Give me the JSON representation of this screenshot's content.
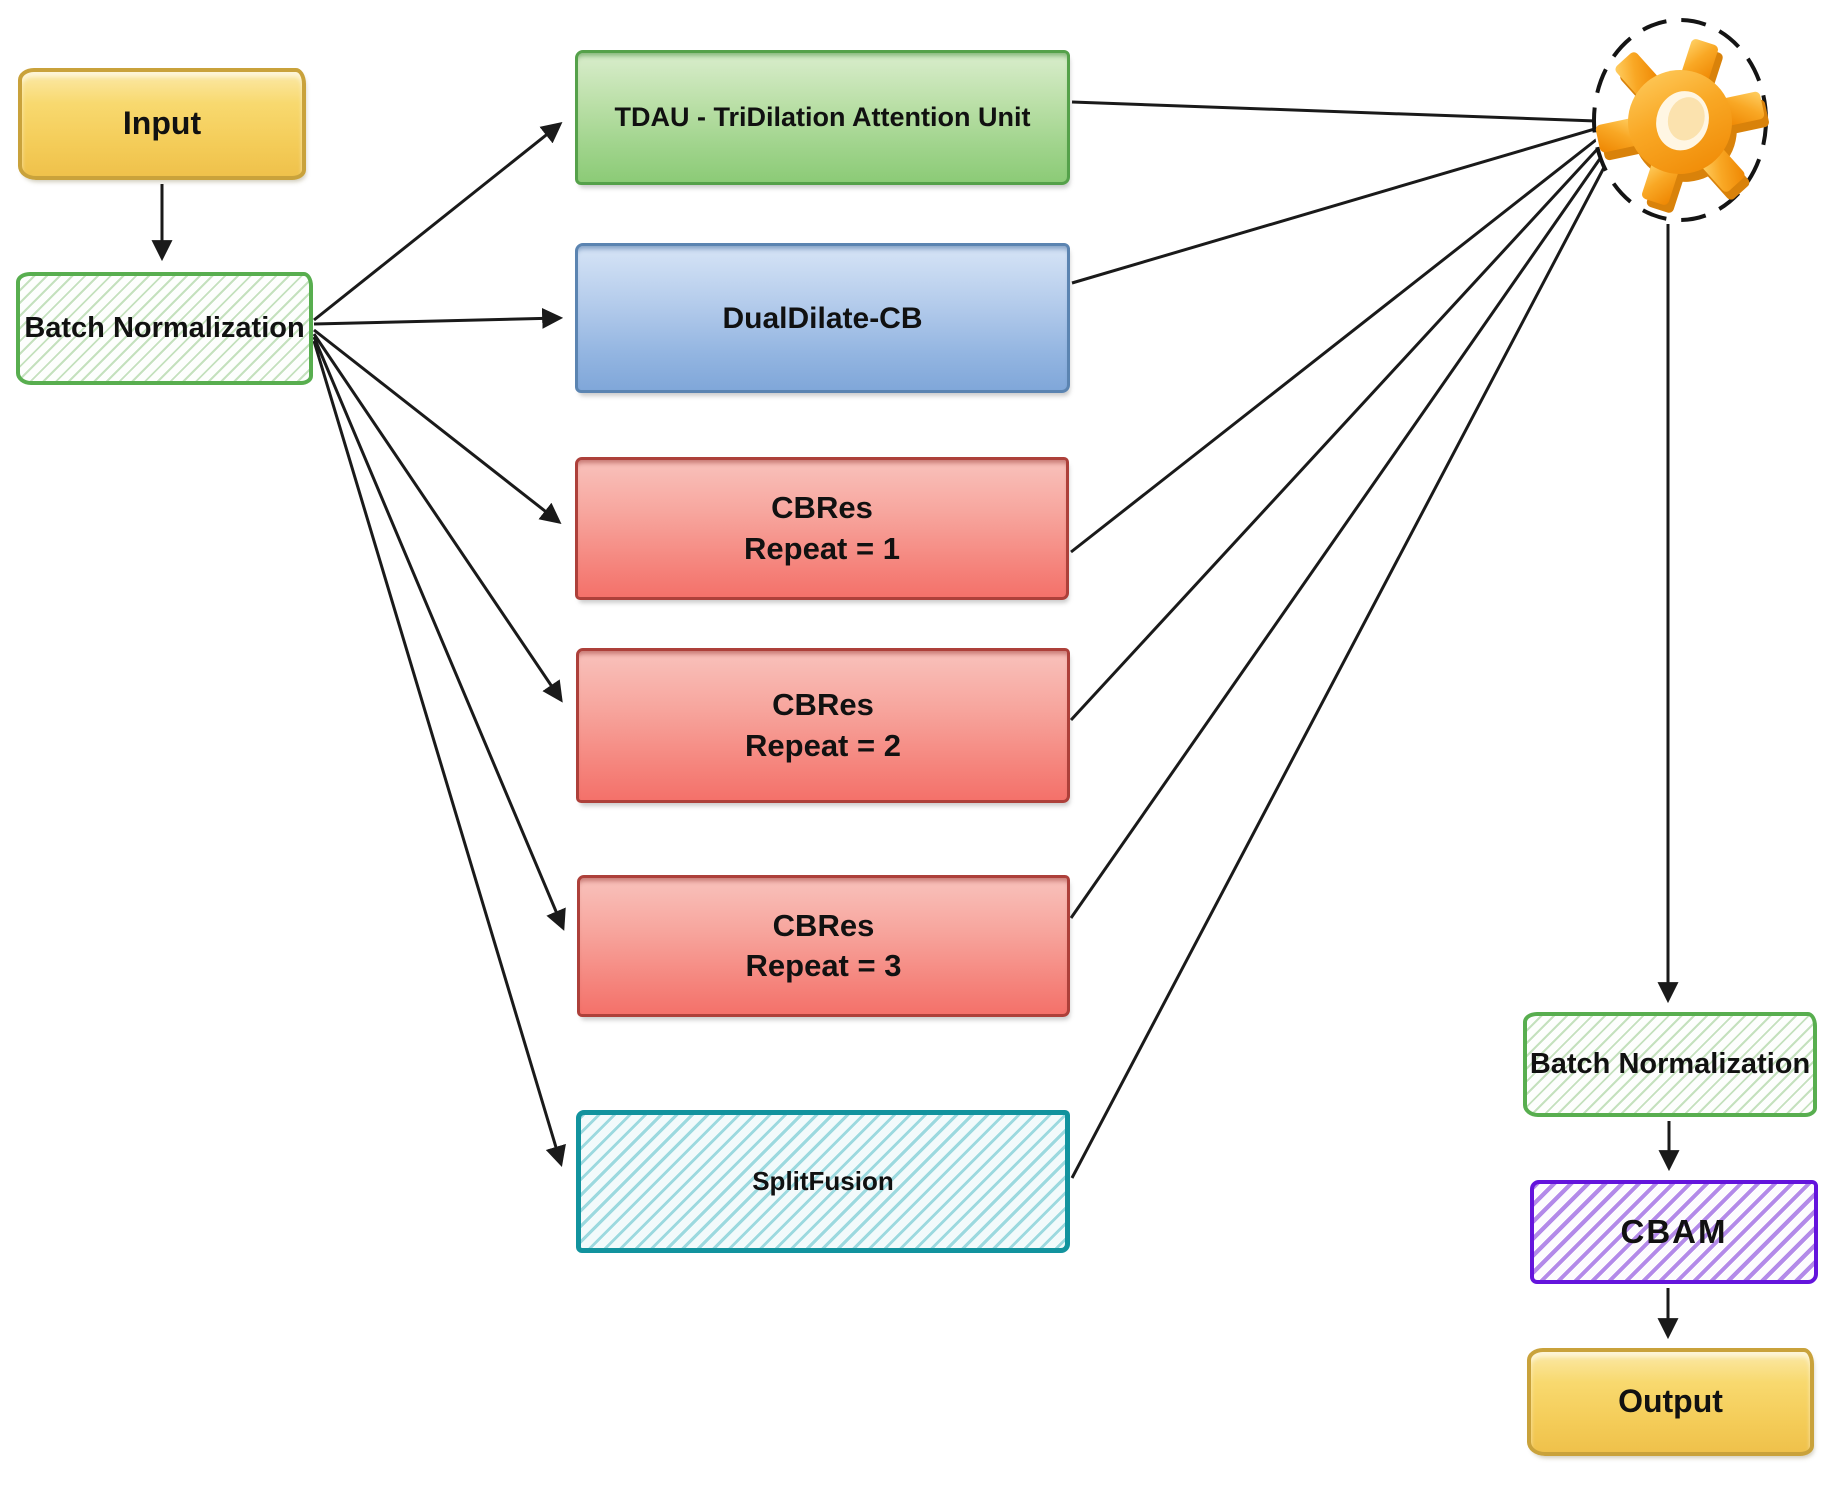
{
  "diagram": {
    "nodes": {
      "input": {
        "label": "Input"
      },
      "bn_left": {
        "label": "Batch Normalization"
      },
      "tdau": {
        "label": "TDAU - TriDilation Attention Unit"
      },
      "dualdilate": {
        "label": "DualDilate-CB"
      },
      "cbres1": {
        "line1": "CBRes",
        "line2": "Repeat = 1"
      },
      "cbres2": {
        "line1": "CBRes",
        "line2": "Repeat = 2"
      },
      "cbres3": {
        "line1": "CBRes",
        "line2": "Repeat = 3"
      },
      "splitfusion": {
        "label": "SplitFusion"
      },
      "gear": {
        "icon": "gear-icon"
      },
      "bn_right": {
        "label": "Batch Normalization"
      },
      "cbam": {
        "label": "CBAM"
      },
      "output": {
        "label": "Output"
      }
    },
    "edges": [
      {
        "from": "input",
        "to": "bn_left",
        "arrow": true
      },
      {
        "from": "bn_left",
        "to": "tdau",
        "arrow": true
      },
      {
        "from": "bn_left",
        "to": "dualdilate",
        "arrow": true
      },
      {
        "from": "bn_left",
        "to": "cbres1",
        "arrow": true
      },
      {
        "from": "bn_left",
        "to": "cbres2",
        "arrow": true
      },
      {
        "from": "bn_left",
        "to": "cbres3",
        "arrow": true
      },
      {
        "from": "bn_left",
        "to": "splitfusion",
        "arrow": true
      },
      {
        "from": "tdau",
        "to": "gear",
        "arrow": false
      },
      {
        "from": "dualdilate",
        "to": "gear",
        "arrow": false
      },
      {
        "from": "cbres1",
        "to": "gear",
        "arrow": false
      },
      {
        "from": "cbres2",
        "to": "gear",
        "arrow": false
      },
      {
        "from": "cbres3",
        "to": "gear",
        "arrow": false
      },
      {
        "from": "splitfusion",
        "to": "gear",
        "arrow": false
      },
      {
        "from": "gear",
        "to": "bn_right",
        "arrow": true
      },
      {
        "from": "bn_right",
        "to": "cbam",
        "arrow": true
      },
      {
        "from": "cbam",
        "to": "output",
        "arrow": true
      }
    ],
    "colors": {
      "yellow_fill": "#F4CC58",
      "yellow_border": "#C9A23B",
      "green_box_fill": "#A0D48C",
      "green_box_border": "#55A14A",
      "blue_box_fill": "#93B5E1",
      "blue_box_border": "#5B84B1",
      "red_box_fill": "#F5867E",
      "red_box_border": "#AD403A",
      "teal_border": "#12939E",
      "purple_border": "#6414DC",
      "bn_hatch_border": "#58AE4F",
      "gear_orange": "#F6A21F",
      "edge_line": "#1A1A1A"
    }
  }
}
